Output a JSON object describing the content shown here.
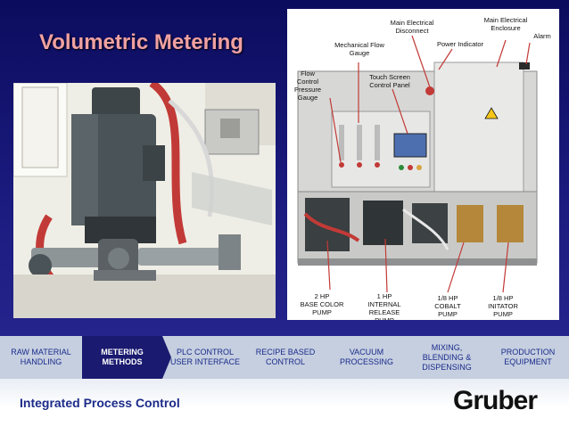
{
  "slide": {
    "title": "Volumetric Metering"
  },
  "diagram_labels": {
    "main_electrical_disconnect": "Main Electrical\nDisconnect",
    "main_electrical_enclosure": "Main Electrical\nEnclosure",
    "alarm": "Alarm",
    "mechanical_flow_gauge": "Mechanical Flow\nGauge",
    "power_indicator": "Power Indicator",
    "flow_control_pressure_gauge": "Flow\nControl\nPressure\nGauge",
    "touch_screen_control_panel": "Touch Screen\nControl Panel",
    "base_color_pump": "2 HP\nBASE COLOR\nPUMP",
    "internal_release_pump": "1 HP\nINTERNAL\nRELEASE\nPUMP",
    "cobalt_pump": "1/8 HP\nCOBALT\nPUMP",
    "initator_pump": "1/8 HP\nINITATOR\nPUMP"
  },
  "nav": {
    "tabs": [
      {
        "label": "RAW MATERIAL\nHANDLING",
        "active": false
      },
      {
        "label": "METERING\nMETHODS",
        "active": true
      },
      {
        "label": "PLC CONTROL\nUSER INTERFACE",
        "active": false
      },
      {
        "label": "RECIPE BASED\nCONTROL",
        "active": false
      },
      {
        "label": "VACUUM\nPROCESSING",
        "active": false
      },
      {
        "label": "MIXING,\nBLENDING &\nDISPENSING",
        "active": false
      },
      {
        "label": "PRODUCTION\nEQUIPMENT",
        "active": false
      }
    ]
  },
  "footer": {
    "text": "Integrated Process Control",
    "logo": "Gruber"
  },
  "colors": {
    "background": "#1a1a7e",
    "title": "#f0a1a1",
    "nav_bar": "#c5cfe0",
    "nav_active": "#1a1a70",
    "nav_text": "#1c2b8a"
  }
}
